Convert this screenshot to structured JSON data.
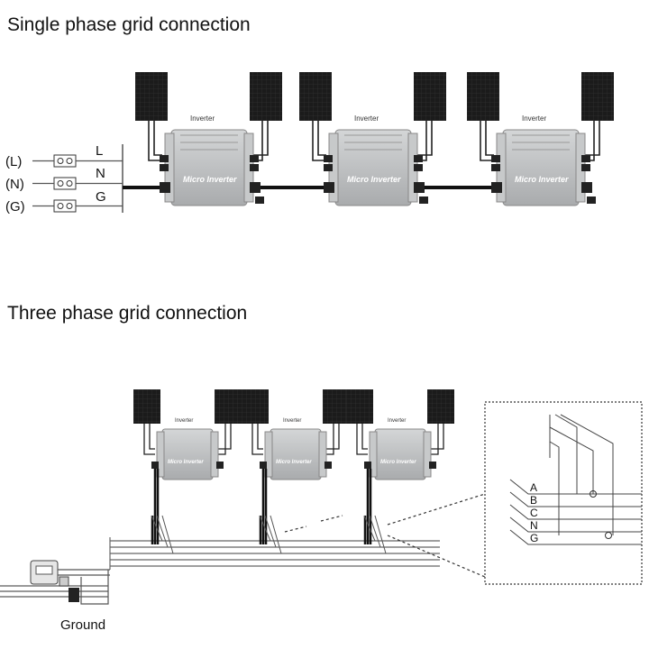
{
  "single_phase": {
    "title": "Single phase grid connection",
    "inverter_label": "Inverter",
    "inverter_brand": "Micro Inverter",
    "grid_labels": [
      "(L)",
      "(N)",
      "(G)"
    ],
    "line_labels": [
      "L",
      "N",
      "G"
    ]
  },
  "three_phase": {
    "title": "Three phase grid connection",
    "inverter_label": "Inverter",
    "inverter_brand": "Micro Inverter",
    "phase_labels": [
      "A",
      "B",
      "C",
      "N",
      "G"
    ],
    "ground_label": "Ground"
  },
  "colors": {
    "panel": "#1b1b1b",
    "inverter_body": "#b9bbbc",
    "wire": "#111111",
    "line": "#555555"
  }
}
